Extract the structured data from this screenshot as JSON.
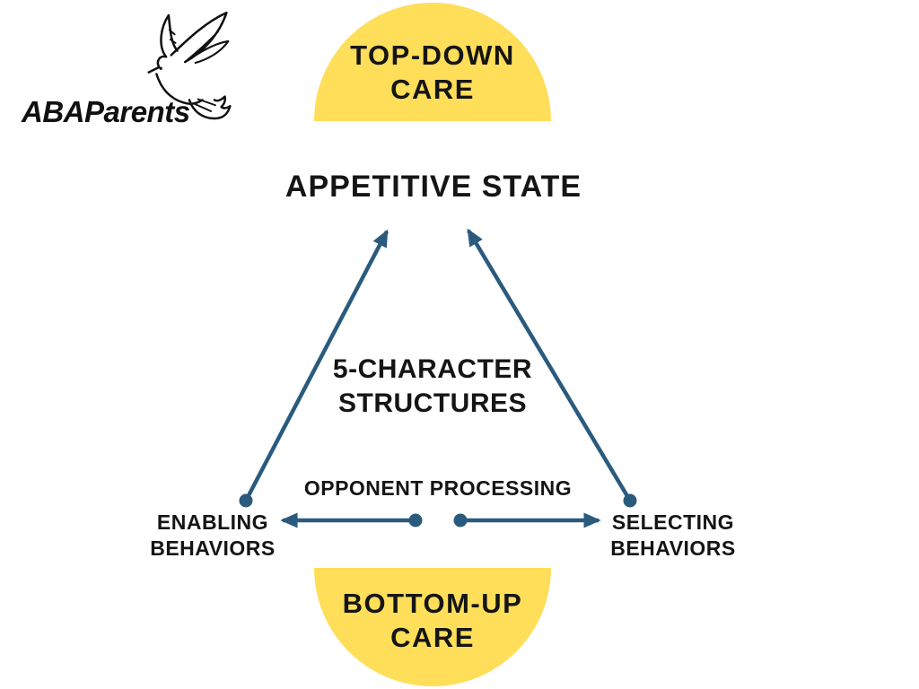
{
  "logo": {
    "brand": "ABAParents",
    "icon": "dove-line-art"
  },
  "top_arc": {
    "line1": "TOP-DOWN",
    "line2": "CARE"
  },
  "heading": "APPETITIVE STATE",
  "center_label": {
    "line1": "5-CHARACTER",
    "line2": "STRUCTURES"
  },
  "opponent_label": "OPPONENT PROCESSING",
  "left_node": {
    "line1": "ENABLING",
    "line2": "BEHAVIORS"
  },
  "right_node": {
    "line1": "SELECTING",
    "line2": "BEHAVIORS"
  },
  "bottom_arc": {
    "line1": "BOTTOM-UP",
    "line2": "CARE"
  },
  "colors": {
    "accent_yellow": "#FFDE59",
    "arrow_blue": "#2A5B7E",
    "text_black": "#151515"
  }
}
